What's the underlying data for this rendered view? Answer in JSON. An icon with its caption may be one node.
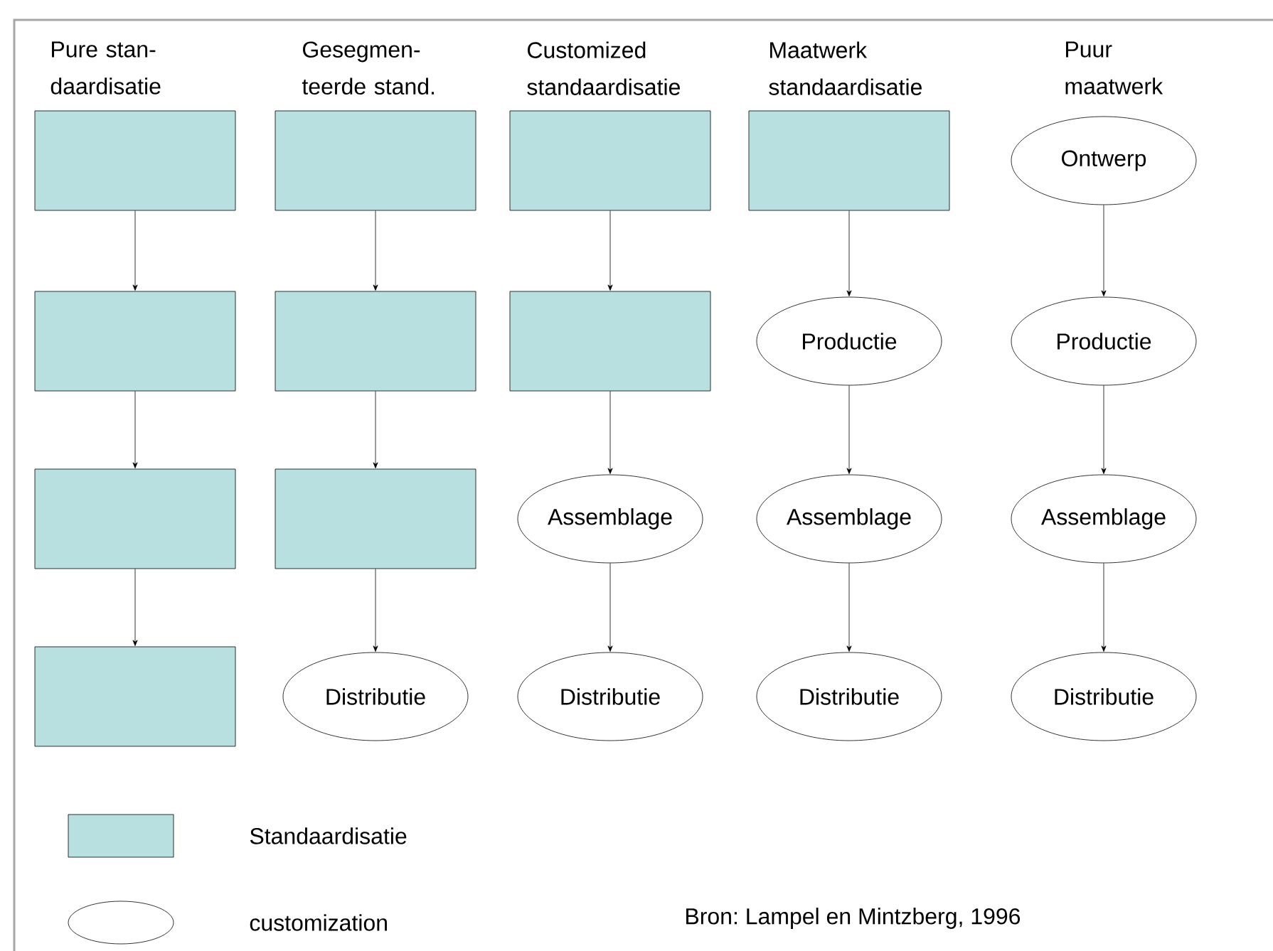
{
  "diagram": {
    "nodes": [
      {
        "text": [],
        "shape": "box"
      },
      {
        "text": [],
        "shape": "box"
      },
      {
        "text": [],
        "shape": "box"
      },
      {
        "text": [],
        "shape": "box"
      },
      {
        "text": [],
        "shape": "box"
      },
      {
        "text": [],
        "shape": "box"
      },
      {
        "text": [],
        "shape": "box"
      },
      {
        "text": [
          "Distributie"
        ]
      },
      {
        "text": [],
        "shape": "box"
      },
      {
        "text": [],
        "shape": "box"
      },
      {
        "text": [
          "Assemblage"
        ]
      },
      {
        "text": [
          "Distributie"
        ]
      },
      {
        "text": [],
        "shape": "box"
      },
      {
        "text": [
          "Productie"
        ]
      },
      {
        "text": [
          "Assemblage"
        ]
      },
      {
        "text": [
          "Distributie"
        ]
      },
      {
        "text": [
          "Ontwerp"
        ]
      },
      {
        "text": [
          "Productie"
        ]
      },
      {
        "text": [
          "Assemblage"
        ]
      },
      {
        "text": [
          "Distributie"
        ]
      }
    ],
    "edges": [
      {
        "from": 0,
        "to": 1,
        "arrow": "to"
      },
      {
        "from": 1,
        "to": 2,
        "arrow": "to"
      },
      {
        "from": 2,
        "to": 3,
        "arrow": "to"
      },
      {
        "from": 4,
        "to": 5,
        "arrow": "to"
      },
      {
        "from": 5,
        "to": 6,
        "arrow": "to"
      },
      {
        "from": 6,
        "to": 7,
        "arrow": "to"
      },
      {
        "from": 8,
        "to": 9,
        "arrow": "to"
      },
      {
        "from": 9,
        "to": 10,
        "arrow": "to"
      },
      {
        "from": 10,
        "to": 11,
        "arrow": "to"
      },
      {
        "from": 12,
        "to": 13,
        "arrow": "to"
      },
      {
        "from": 13,
        "to": 14,
        "arrow": "to"
      },
      {
        "from": 14,
        "to": 15,
        "arrow": "to"
      },
      {
        "from": 16,
        "to": 17,
        "arrow": "to"
      },
      {
        "from": 17,
        "to": 18,
        "arrow": "to"
      },
      {
        "from": 18,
        "to": 19,
        "arrow": "to"
      }
    ],
    "labels": [
      "Pure stan- daardisatie",
      "Gesegmen- teerde stand.",
      "Customized standaardisatie",
      "Maatwerk standaardisatie",
      "Puur maatwerk",
      "Bron: Lampel en Mintzberg, 1996"
    ],
    "legend": [
      {
        "text": "Standaardisatie",
        "color": "#b9e0e0"
      },
      {
        "text": "customization"
      }
    ]
  }
}
